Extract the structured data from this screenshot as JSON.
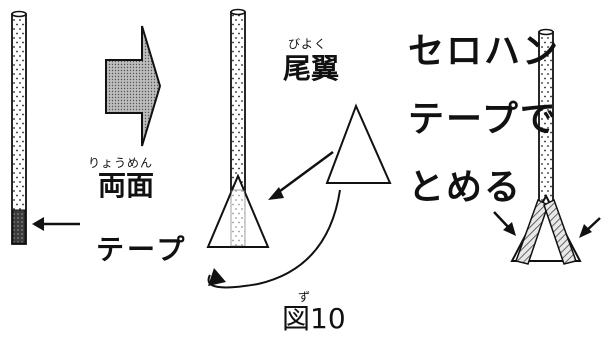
{
  "figure": {
    "ruby_double_sided": "りょうめん",
    "label_double_sided": "両面",
    "label_tape": "テープ",
    "ruby_tail_wing": "びよく",
    "label_tail_wing": "尾翼",
    "instruction_line1": "セロハン",
    "instruction_line2": "テープで",
    "instruction_line3": "とめる",
    "caption_ruby": "ず",
    "caption": "図10"
  }
}
